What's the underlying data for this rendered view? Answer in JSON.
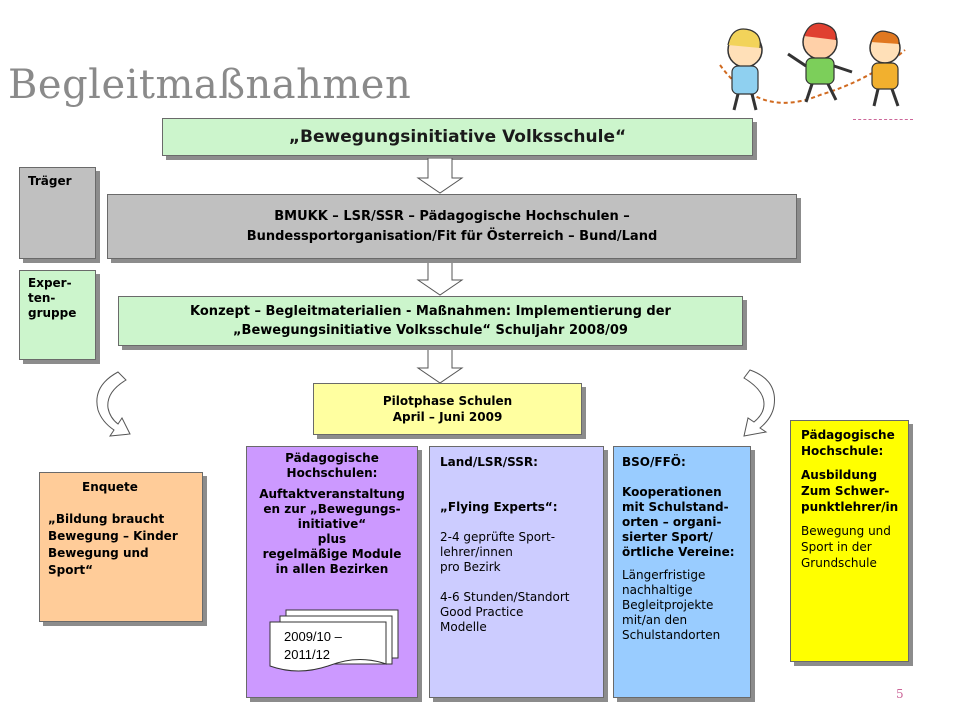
{
  "slide": {
    "title": "Begleitmaßnahmen",
    "page_number": "5"
  },
  "boxes": {
    "top": "„Bewegungsinitiative Volksschule“",
    "traeger": "Träger",
    "experten": [
      "Exper-",
      "ten-",
      "gruppe"
    ],
    "bmukk": [
      "BMUKK – LSR/SSR – Pädagogische Hochschulen –",
      "Bundessportorganisation/Fit für Österreich – Bund/Land"
    ],
    "konzept": [
      "Konzept – Begleitmaterialien - Maßnahmen: Implementierung der",
      "„Bewegungsinitiative Volksschule“ Schuljahr 2008/09"
    ],
    "pilot": [
      "Pilotphase Schulen",
      "April – Juni 2009"
    ],
    "enquete": {
      "heading": "Enquete",
      "lines": [
        "„Bildung braucht",
        "Bewegung – Kinder",
        "Bewegung und",
        "Sport“"
      ]
    },
    "ph": {
      "lines": [
        "Pädagogische",
        "Hochschulen:",
        "",
        "Auftaktveranstaltung",
        "en zur „Bewegungs-",
        "initiative“",
        "plus",
        "regelmäßige Module",
        "in allen Bezirken"
      ],
      "doc_label": [
        "2009/10 –",
        "2011/12"
      ]
    },
    "land": {
      "heading": "Land/LSR/SSR:",
      "subheading": "„Flying Experts“:",
      "lines1": [
        "2-4 geprüfte Sport-",
        "lehrer/innen",
        "pro Bezirk"
      ],
      "lines2": [
        "4-6 Stunden/Standort",
        "Good Practice",
        "Modelle"
      ]
    },
    "bso": {
      "heading": "BSO/FFÖ:",
      "bold_lines": [
        "Kooperationen",
        "mit Schulstand-",
        "orten – organi-",
        "sierter Sport/",
        "örtliche Vereine:"
      ],
      "lines": [
        "Längerfristige",
        "nachhaltige",
        "Begleitprojekte",
        "mit/an den",
        "Schulstandorten"
      ]
    },
    "phs": {
      "bold_lines": [
        "Pädagogische",
        "Hochschule:",
        "",
        "Ausbildung",
        "Zum Schwer-",
        "punktlehrer/in"
      ],
      "lines": [
        "Bewegung und",
        "Sport in der",
        "Grundschule"
      ]
    }
  },
  "colors": {
    "light_green": "#ccf5cc",
    "grey": "#c0c0c0",
    "light_yellow": "#ffffa0",
    "peach": "#ffcc99",
    "purple": "#cc99ff",
    "lavender": "#ccccff",
    "light_blue": "#99ccff",
    "yellow": "#ffff00",
    "accent_pink": "#cc6699"
  },
  "icons": {
    "illustration": "playing-children-clipart",
    "left_arrow": "curved-arrow-icon",
    "right_arrow": "curved-arrow-icon",
    "down_arrow": "block-down-arrow-icon",
    "document_stack": "document-stack-icon"
  }
}
